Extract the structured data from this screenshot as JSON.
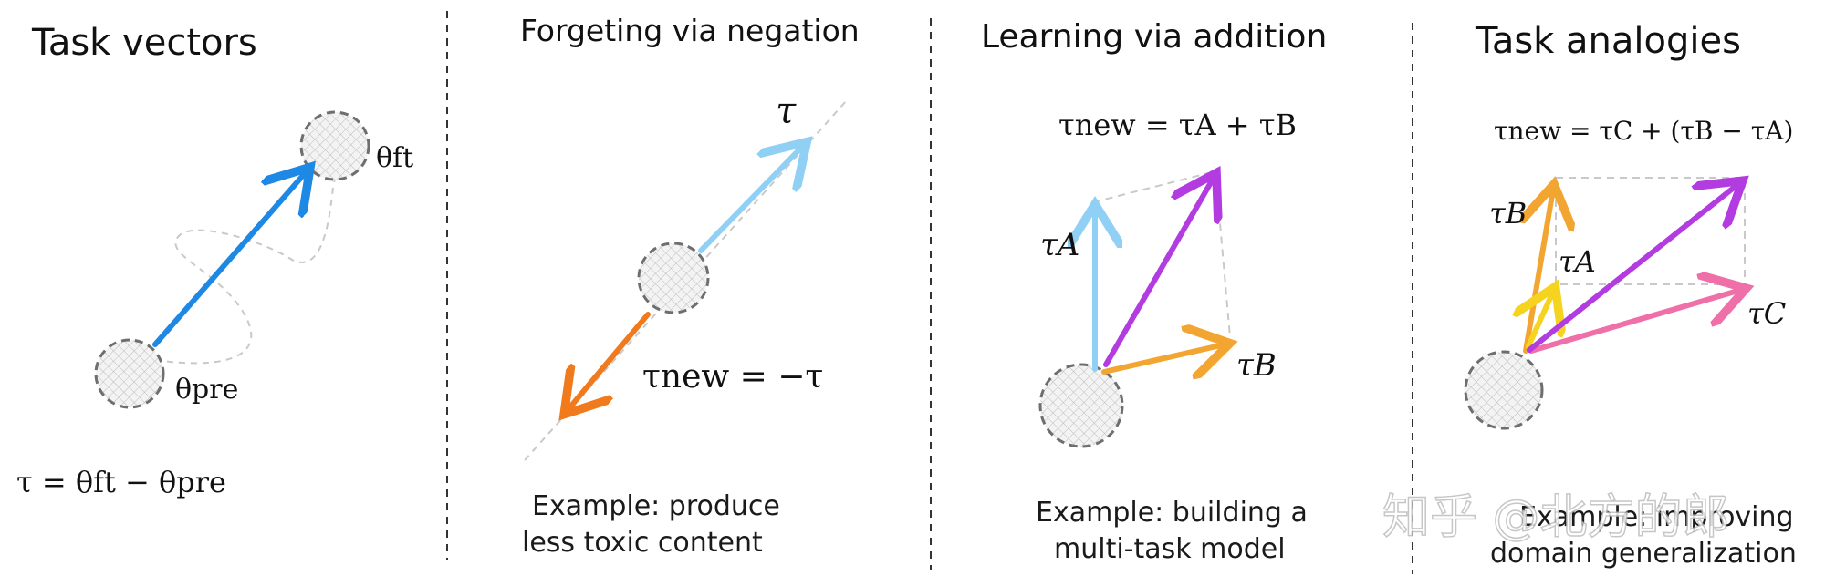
{
  "panels": [
    {
      "title": "Task vectors",
      "labels": {
        "theta_ft": "θft",
        "theta_pre": "θpre"
      },
      "formula": "τ = θft − θpre"
    },
    {
      "title": "Forgeting via negation",
      "labels": {
        "tau": "τ"
      },
      "formula": "τnew = −τ",
      "example_line1": "Example: produce",
      "example_line2": "less toxic content"
    },
    {
      "title": "Learning via addition",
      "formula": "τnew = τA + τB",
      "labels": {
        "tau_a": "τA",
        "tau_b": "τB"
      },
      "example_line1": "Example: building a",
      "example_line2": "multi-task model"
    },
    {
      "title": "Task analogies",
      "formula": "τnew = τC + (τB − τA)",
      "labels": {
        "tau_a": "τA",
        "tau_b": "τB",
        "tau_c": "τC"
      },
      "example_line1": "Example: improving",
      "example_line2": "domain generalization"
    }
  ],
  "watermark": "知乎 @北方的郎",
  "colors": {
    "task_vector": "#1e88e5",
    "tau_light": "#90d0f5",
    "negation": "#f07a1c",
    "combined": "#b23ce0",
    "tau_b": "#f2a531",
    "tau_a_small": "#f6d31f",
    "tau_c": "#ef6fa8",
    "dashed": "#bdbdbd"
  }
}
